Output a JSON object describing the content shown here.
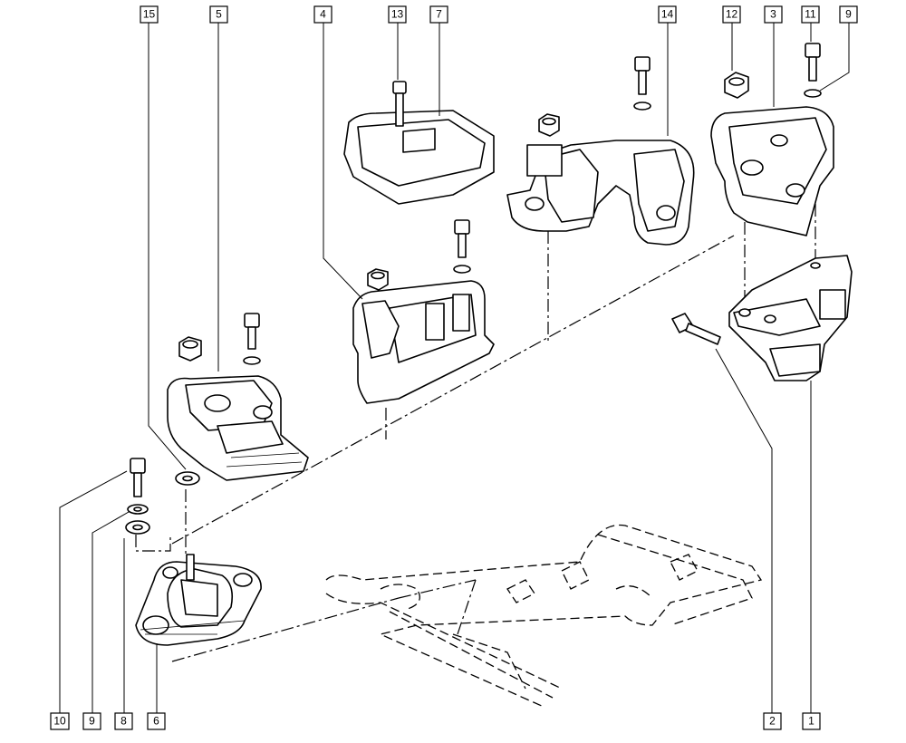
{
  "callouts": {
    "top": [
      {
        "id": "15",
        "label": "15"
      },
      {
        "id": "5",
        "label": "5"
      },
      {
        "id": "4",
        "label": "4"
      },
      {
        "id": "13",
        "label": "13"
      },
      {
        "id": "7",
        "label": "7"
      },
      {
        "id": "14",
        "label": "14"
      },
      {
        "id": "12",
        "label": "12"
      },
      {
        "id": "3",
        "label": "3"
      },
      {
        "id": "11",
        "label": "11"
      },
      {
        "id": "9",
        "label": "9"
      }
    ],
    "bottom": [
      {
        "id": "10",
        "label": "10"
      },
      {
        "id": "9b",
        "label": "9"
      },
      {
        "id": "8",
        "label": "8"
      },
      {
        "id": "6",
        "label": "6"
      },
      {
        "id": "2",
        "label": "2"
      },
      {
        "id": "1",
        "label": "1"
      }
    ]
  },
  "parts": [
    "engine-mount-6",
    "bracket-5",
    "bracket-4",
    "cover-7",
    "bracket-14",
    "bracket-3",
    "mount-1",
    "subframe"
  ]
}
